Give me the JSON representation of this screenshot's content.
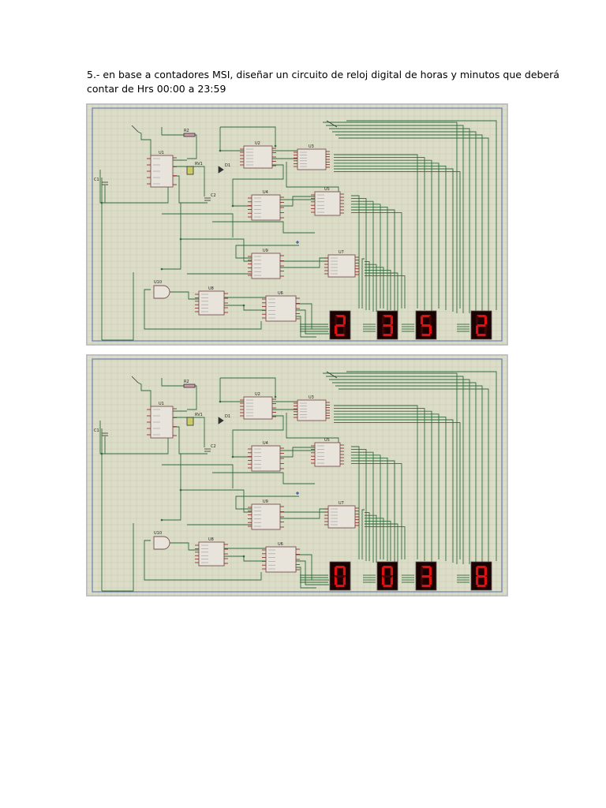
{
  "question": {
    "line1": "5.- en base a contadores MSI, diseñar un circuito de reloj digital de horas y minutos que deberá",
    "line2": "contar de Hrs 00:00 a 23:59"
  },
  "schematics": [
    {
      "display": [
        "2",
        "3",
        "5",
        "2"
      ],
      "chip_labels": [
        "U1",
        "U2",
        "U3",
        "U4",
        "U5",
        "U6",
        "U7",
        "U8",
        "U9",
        "U10"
      ],
      "component_labels": [
        "R2",
        "C1",
        "C2",
        "RV1",
        "D1"
      ]
    },
    {
      "display": [
        "0",
        "0",
        "3",
        "8"
      ],
      "chip_labels": [
        "U1",
        "U2",
        "U3",
        "U4",
        "U5",
        "U6",
        "U7",
        "U8",
        "U9",
        "U10"
      ],
      "component_labels": [
        "R2",
        "C1",
        "C2",
        "RV1",
        "D1"
      ]
    }
  ],
  "colors": {
    "sheet_bg": "#dcddc8",
    "grid": "#c9cbb0",
    "wire": "#2e6b3a",
    "frame": "#6a7fb0",
    "chip_fill": "#e8e4dc",
    "display_bg": "#1a0000",
    "segment_on": "#e01010",
    "segment_off": "#3a0606"
  }
}
